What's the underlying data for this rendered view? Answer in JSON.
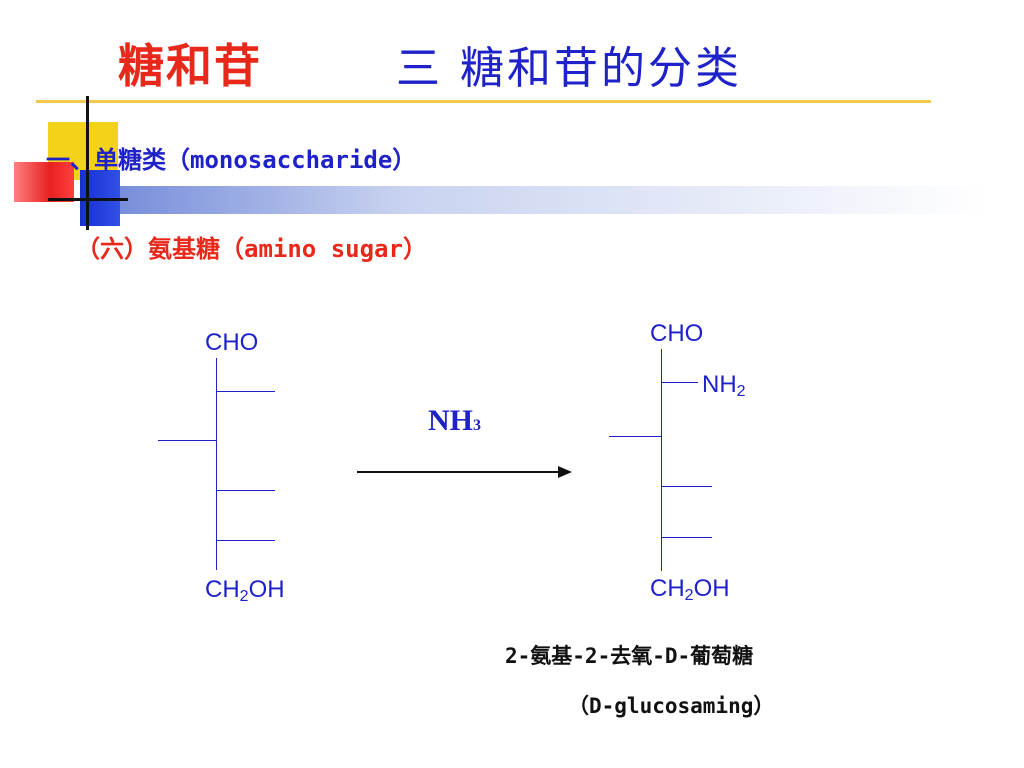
{
  "header": {
    "title_left": "糖和苷",
    "title_right": "三 糖和苷的分类"
  },
  "section": {
    "title": "一、单糖类（monosaccharide）",
    "subtitle": "（六）氨基糖（amino sugar）"
  },
  "reaction": {
    "reactant": {
      "top_group": "CHO",
      "bottom_group_main": "CH",
      "bottom_group_sub": "2",
      "bottom_group_end": "OH"
    },
    "reagent_main": "NH",
    "reagent_sub": "3",
    "product": {
      "top_group": "CHO",
      "substituent_main": "NH",
      "substituent_sub": "2",
      "bottom_group_main": "CH",
      "bottom_group_sub": "2",
      "bottom_group_end": "OH"
    }
  },
  "product_label": {
    "name": "2-氨基-2-去氧-D-葡萄糖",
    "english": "（D-glucosaming）"
  },
  "colors": {
    "title_red": "#e8281a",
    "title_blue": "#1e22c8",
    "rule_gold": "#f2c84e"
  }
}
